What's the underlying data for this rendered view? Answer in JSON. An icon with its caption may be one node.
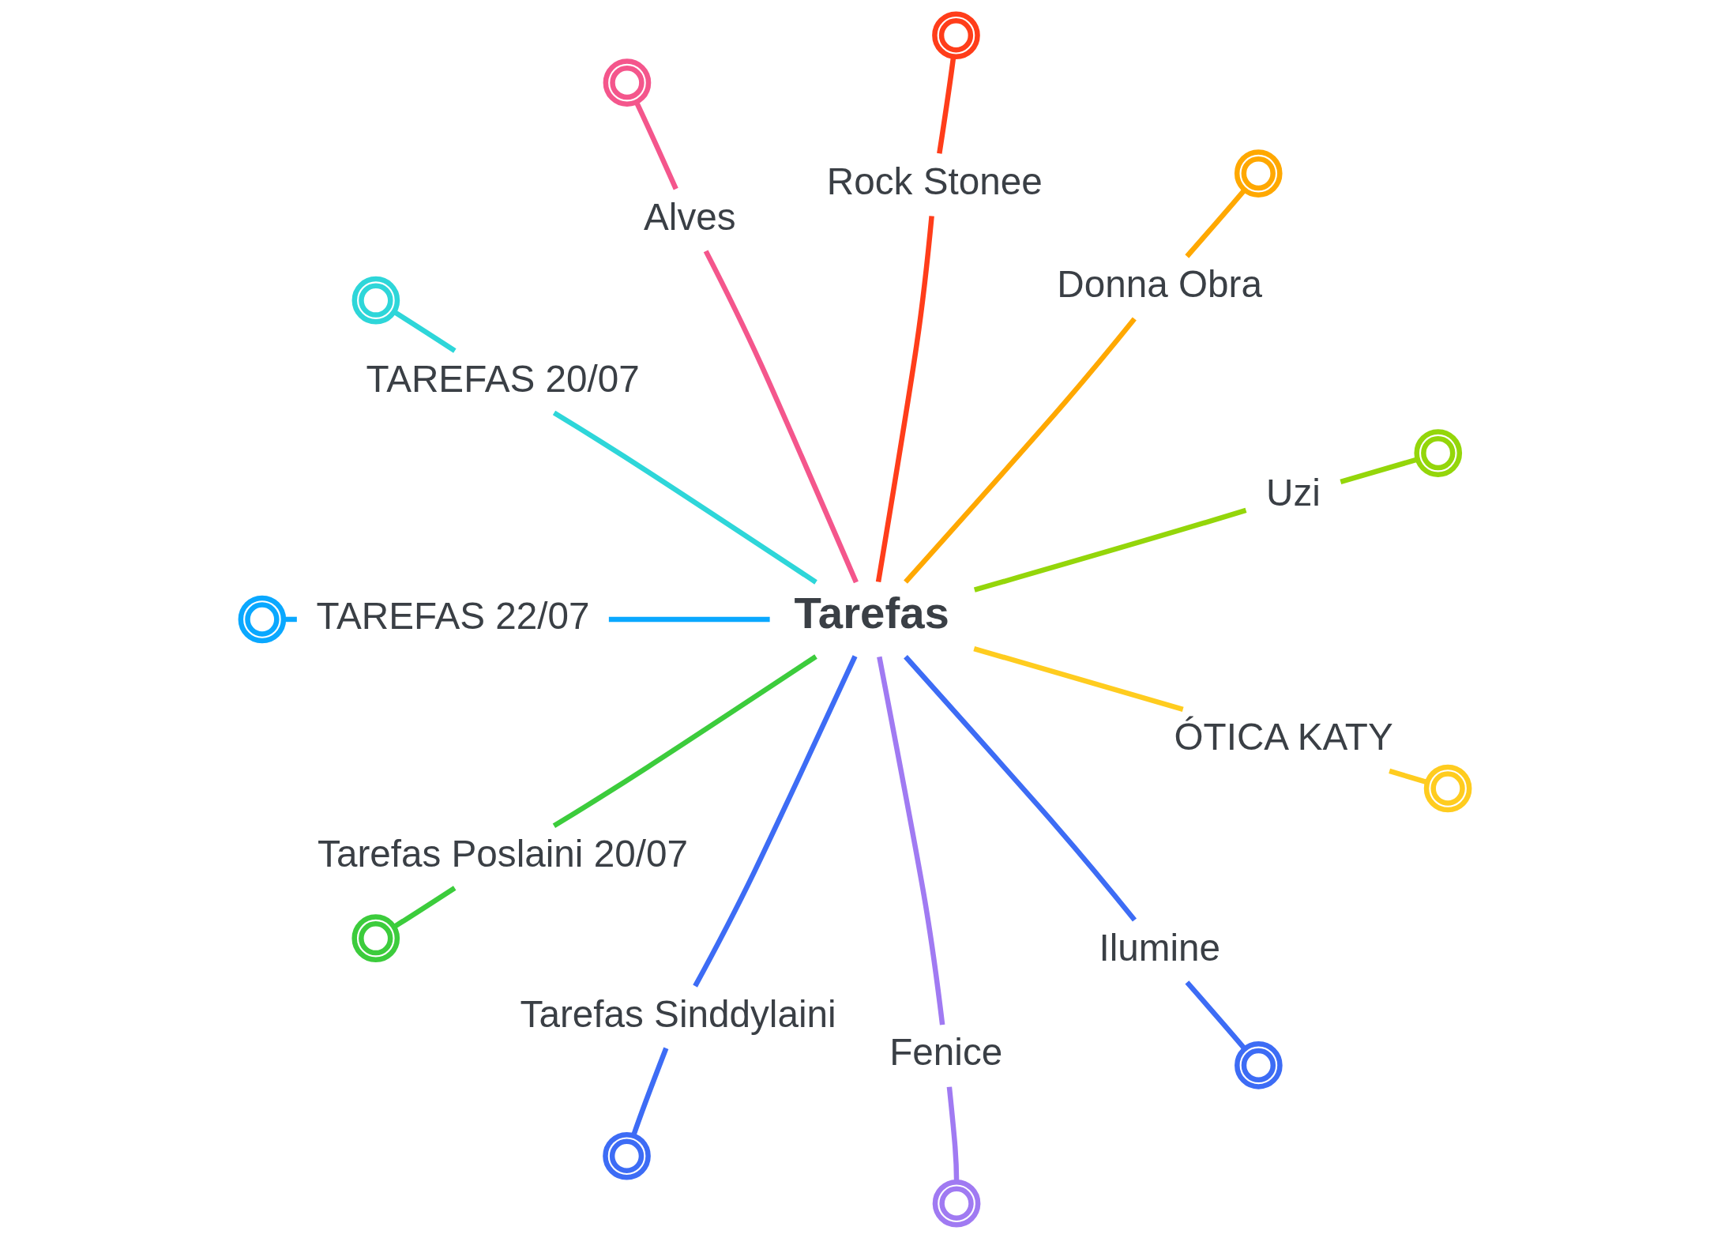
{
  "diagram": {
    "nodes": [
      {
        "text": [
          "Tarefas"
        ]
      },
      {
        "text": [
          "Uzi"
        ]
      },
      {
        "text": [],
        "shape": "circle"
      },
      {
        "text": [
          "Donna Obra"
        ]
      },
      {
        "text": [],
        "shape": "circle"
      },
      {
        "text": [
          "Rock Stonee"
        ]
      },
      {
        "text": [],
        "shape": "circle"
      },
      {
        "text": [
          "Alves"
        ]
      },
      {
        "text": [],
        "shape": "circle"
      },
      {
        "text": [
          "TAREFAS 20/07"
        ]
      },
      {
        "text": [],
        "shape": "circle"
      },
      {
        "text": [
          "TAREFAS 22/07"
        ]
      },
      {
        "text": [],
        "shape": "circle"
      },
      {
        "text": [
          "Tarefas Poslaini 20/07"
        ]
      },
      {
        "text": [],
        "shape": "circle"
      },
      {
        "text": [
          "Tarefas Sinddylaini"
        ]
      },
      {
        "text": [],
        "shape": "circle"
      },
      {
        "text": [
          "Fenice"
        ]
      },
      {
        "text": [],
        "shape": "circle"
      },
      {
        "text": [
          "Ilumine"
        ]
      },
      {
        "text": [],
        "shape": "circle"
      },
      {
        "text": [
          "ÓTICA KATY"
        ]
      },
      {
        "text": [],
        "shape": "circle"
      }
    ],
    "edges": [
      {
        "from": 0,
        "to": 1,
        "arrow": "none",
        "color": "#94d60a"
      },
      {
        "from": 1,
        "to": 2,
        "arrow": "none",
        "color": "#94d60a"
      },
      {
        "from": 0,
        "to": 3,
        "arrow": "none",
        "color": "#ffa800"
      },
      {
        "from": 3,
        "to": 4,
        "arrow": "none",
        "color": "#ffa800"
      },
      {
        "from": 0,
        "to": 5,
        "arrow": "none",
        "color": "#ff3d1a"
      },
      {
        "from": 5,
        "to": 6,
        "arrow": "none",
        "color": "#ff3d1a"
      },
      {
        "from": 0,
        "to": 7,
        "arrow": "none",
        "color": "#f4568c"
      },
      {
        "from": 7,
        "to": 8,
        "arrow": "none",
        "color": "#f4568c"
      },
      {
        "from": 0,
        "to": 9,
        "arrow": "none",
        "color": "#2ed6d9"
      },
      {
        "from": 9,
        "to": 10,
        "arrow": "none",
        "color": "#2ed6d9"
      },
      {
        "from": 0,
        "to": 11,
        "arrow": "none",
        "color": "#0aa8ff"
      },
      {
        "from": 11,
        "to": 12,
        "arrow": "none",
        "color": "#0aa8ff"
      },
      {
        "from": 0,
        "to": 13,
        "arrow": "none",
        "color": "#3ccc3c"
      },
      {
        "from": 13,
        "to": 14,
        "arrow": "none",
        "color": "#3ccc3c"
      },
      {
        "from": 0,
        "to": 15,
        "arrow": "none",
        "color": "#3d6cf5"
      },
      {
        "from": 15,
        "to": 16,
        "arrow": "none",
        "color": "#3d6cf5"
      },
      {
        "from": 0,
        "to": 17,
        "arrow": "none",
        "color": "#a07af2"
      },
      {
        "from": 17,
        "to": 18,
        "arrow": "none",
        "color": "#a07af2"
      },
      {
        "from": 0,
        "to": 19,
        "arrow": "none",
        "color": "#3d6cf5"
      },
      {
        "from": 19,
        "to": 20,
        "arrow": "none",
        "color": "#3d6cf5"
      },
      {
        "from": 0,
        "to": 21,
        "arrow": "none",
        "color": "#ffcc1f"
      },
      {
        "from": 21,
        "to": 22,
        "arrow": "none",
        "color": "#ffcc1f"
      }
    ]
  }
}
